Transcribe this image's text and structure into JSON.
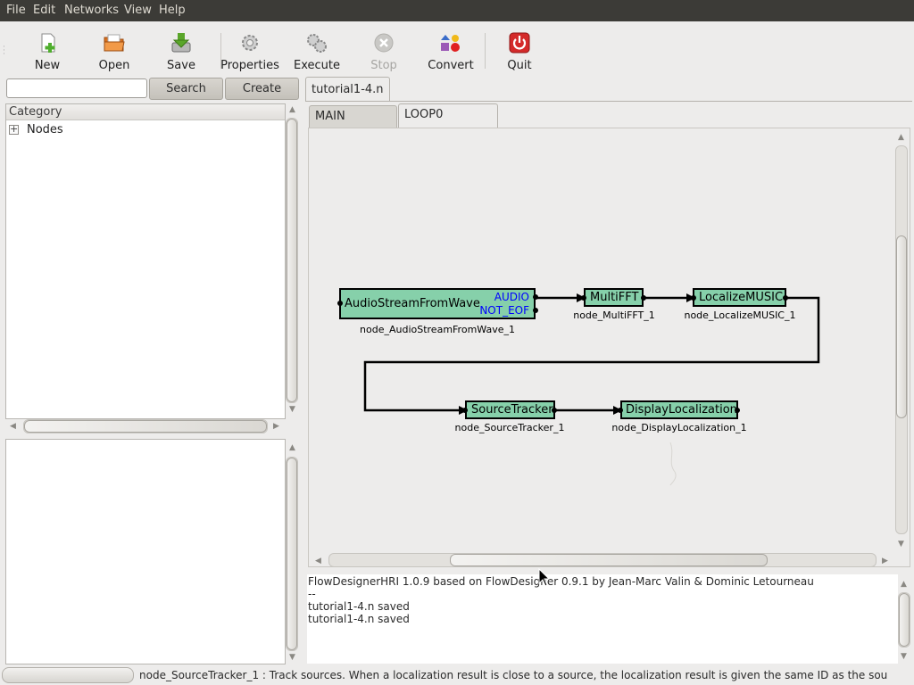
{
  "menubar": {
    "file": "File",
    "edit": "Edit",
    "networks": "Networks",
    "view": "View",
    "help": "Help"
  },
  "toolbar": {
    "new": "New",
    "open": "Open",
    "save": "Save",
    "properties": "Properties",
    "execute": "Execute",
    "stop": "Stop",
    "convert": "Convert",
    "quit": "Quit"
  },
  "search": {
    "value": "",
    "search_button": "Search",
    "create_button": "Create"
  },
  "category": {
    "header": "Category",
    "items": [
      "Nodes"
    ]
  },
  "document_tab": "tutorial1-4.n",
  "subtabs": [
    "MAIN (subnet)",
    "LOOP0 (iterator)"
  ],
  "network": {
    "nodes": [
      {
        "label": "AudioStreamFromWave",
        "name": "node_AudioStreamFromWave_1",
        "outputs": [
          "AUDIO",
          "NOT_EOF"
        ]
      },
      {
        "label": "MultiFFT",
        "name": "node_MultiFFT_1"
      },
      {
        "label": "LocalizeMUSIC",
        "name": "node_LocalizeMUSIC_1"
      },
      {
        "label": "SourceTracker",
        "name": "node_SourceTracker_1"
      },
      {
        "label": "DisplayLocalization",
        "name": "node_DisplayLocalization_1"
      }
    ]
  },
  "log": [
    "FlowDesignerHRI 1.0.9 based on FlowDesigner 0.9.1 by Jean-Marc Valin & Dominic Letourneau",
    "--",
    "tutorial1-4.n saved",
    "tutorial1-4.n saved"
  ],
  "status": "node_SourceTracker_1 : Track sources. When a localization result is close to a source, the localization result is given the same ID as the sou",
  "colors": {
    "node_fill": "#86d0aa",
    "port_label": "#0000ff",
    "menubar_bg": "#3c3b37"
  }
}
